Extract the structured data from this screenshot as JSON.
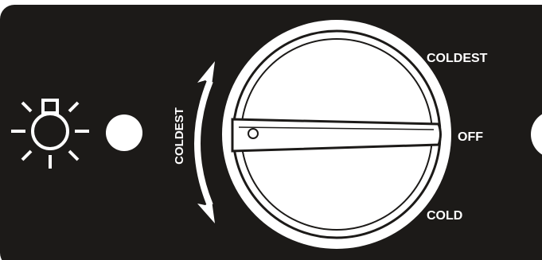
{
  "panel": {
    "background_color": "#1c1a18",
    "foreground_color": "#ffffff"
  },
  "light": {
    "icon": "light-bulb-icon"
  },
  "arrow": {
    "label": "COLDEST",
    "icon": "curved-double-arrow-icon"
  },
  "dial": {
    "positions": {
      "top": "COLDEST",
      "middle": "OFF",
      "bottom": "COLD"
    },
    "selected": "OFF"
  }
}
